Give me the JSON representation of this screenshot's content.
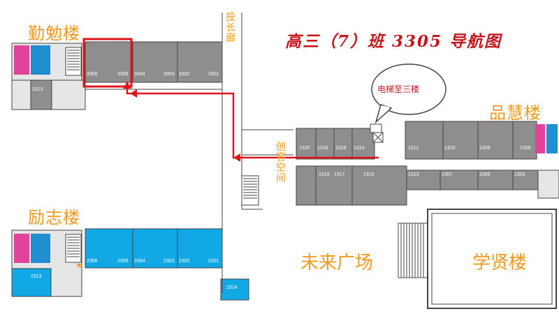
{
  "title": "高三（7）班 3305 导航图",
  "buildings": {
    "qinmian": "勤勉楼",
    "lizhi": "励志楼",
    "pinhui": "品慧楼",
    "xuexian": "学贤楼"
  },
  "areas": {
    "future_plaza": "未来广场",
    "corridor_top": "投长廊",
    "innovation_space": "创客空间"
  },
  "callout": "电梯至三楼",
  "rooms": {
    "qinmian": [
      "3306",
      "3305",
      "3304",
      "3303",
      "3302",
      "3301",
      "3313"
    ],
    "lizhi": [
      "2306",
      "2305",
      "2304",
      "2303",
      "2302",
      "2301",
      "2313",
      "2314"
    ],
    "pinhui_north": [
      "1320",
      "1318",
      "1316",
      "1314",
      "1312",
      "1310",
      "1308",
      "1306"
    ],
    "pinhui_south": [
      "1319",
      "1317",
      "1315",
      "1313",
      "1307",
      "1305",
      "1303"
    ]
  },
  "colors": {
    "route": "#e0141b",
    "room_gray": "#8e8e8e",
    "room_blue": "#12a8e6",
    "restroom_pink": "#e2439a",
    "restroom_blue": "#1f8fd1",
    "label_orange": "#f39a1e",
    "highlight_box": "#e0141b"
  },
  "highlight_room": "3305"
}
